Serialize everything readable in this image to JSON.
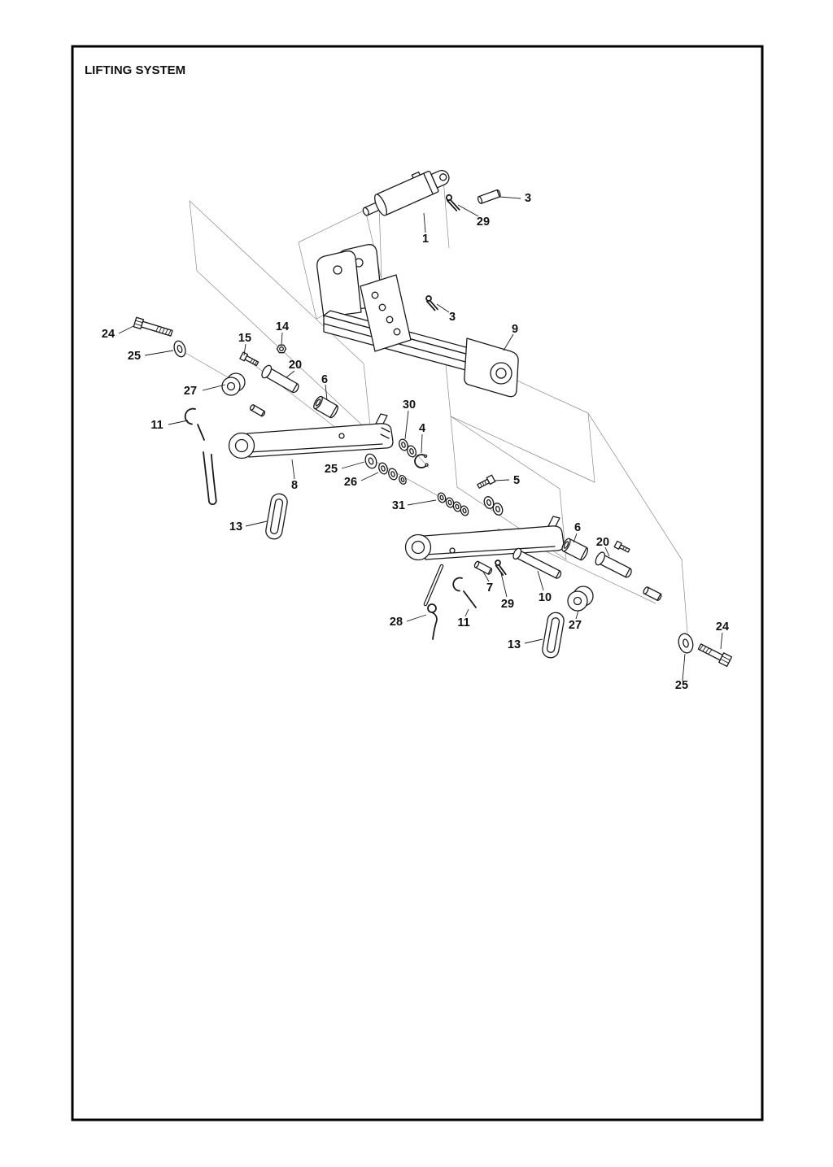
{
  "page": {
    "title": "LIFTING SYSTEM"
  },
  "colors": {
    "line": "#1a1a1a",
    "border": "#000000",
    "background": "#ffffff"
  },
  "callouts": [
    {
      "id": "cylinder",
      "label": "1"
    },
    {
      "id": "cotter-pin-top",
      "label": "29"
    },
    {
      "id": "pin-top",
      "label": "3"
    },
    {
      "id": "cotter-pin-mid",
      "label": "3"
    },
    {
      "id": "main-frame",
      "label": "9"
    },
    {
      "id": "bolt-left",
      "label": "24"
    },
    {
      "id": "washer-left",
      "label": "25"
    },
    {
      "id": "screw-left",
      "label": "15"
    },
    {
      "id": "nut",
      "label": "14"
    },
    {
      "id": "pin-left",
      "label": "20"
    },
    {
      "id": "bushing-left",
      "label": "6"
    },
    {
      "id": "roller-left",
      "label": "27"
    },
    {
      "id": "handle-pin-left",
      "label": "11"
    },
    {
      "id": "lifting-arm",
      "label": "8"
    },
    {
      "id": "washer-arm",
      "label": "25"
    },
    {
      "id": "lock-washer-arm",
      "label": "26"
    },
    {
      "id": "washer-pair",
      "label": "30"
    },
    {
      "id": "snap-ring",
      "label": "4"
    },
    {
      "id": "set-screw",
      "label": "5"
    },
    {
      "id": "washer-stack",
      "label": "31"
    },
    {
      "id": "link-left",
      "label": "13"
    },
    {
      "id": "pivot-pin-small",
      "label": "7"
    },
    {
      "id": "cotter-pin-low",
      "label": "29"
    },
    {
      "id": "pivot-pin-long",
      "label": "10"
    },
    {
      "id": "bushing-right",
      "label": "6"
    },
    {
      "id": "pin-right",
      "label": "20"
    },
    {
      "id": "roller-right",
      "label": "27"
    },
    {
      "id": "r-clip",
      "label": "28"
    },
    {
      "id": "handle-pin-right",
      "label": "11"
    },
    {
      "id": "link-right",
      "label": "13"
    },
    {
      "id": "bolt-bottom-right",
      "label": "24"
    },
    {
      "id": "washer-bottom-right",
      "label": "25"
    }
  ]
}
